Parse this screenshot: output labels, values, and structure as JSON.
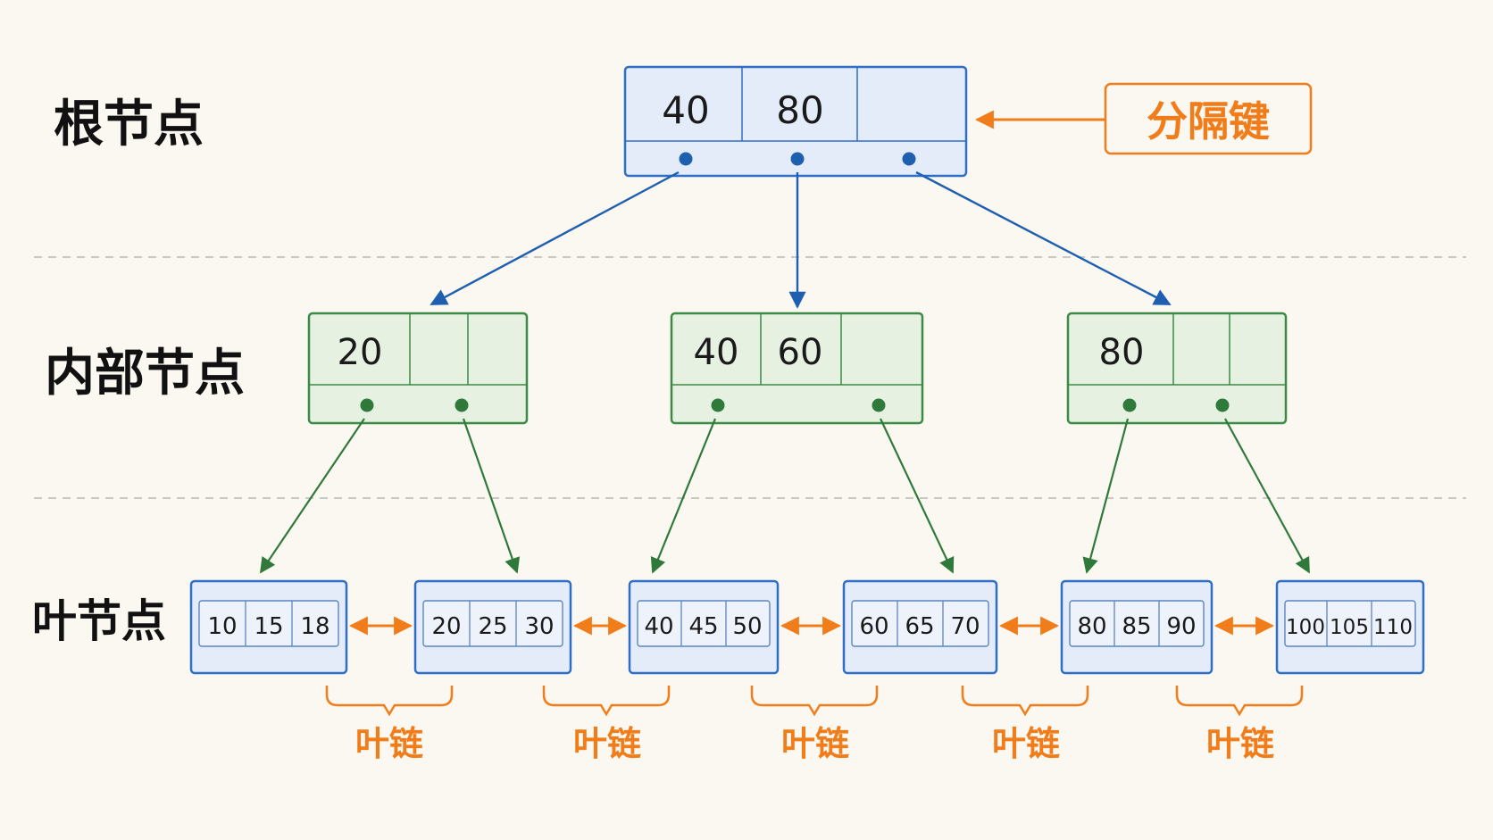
{
  "labels": {
    "root": "根节点",
    "internal": "内部节点",
    "leaf": "叶节点",
    "separator_key": "分隔键",
    "leaf_link": "叶链"
  },
  "colors": {
    "background": "#fbf7f1",
    "root_fill": "#e3ecf8",
    "root_stroke": "#2f6fc4",
    "internal_fill": "#e6f1e2",
    "internal_stroke": "#3b8a45",
    "leaf_fill": "#e3ecf8",
    "leaf_stroke": "#2f6fc4",
    "accent": "#f07d1a",
    "arrow_blue": "#1f5fb0",
    "arrow_green": "#2f7a3a",
    "divider": "#b8b8b8"
  },
  "root": {
    "keys": [
      "40",
      "80",
      ""
    ]
  },
  "internal": [
    {
      "keys": [
        "20",
        "",
        ""
      ]
    },
    {
      "keys": [
        "40",
        "60",
        ""
      ]
    },
    {
      "keys": [
        "80",
        "",
        ""
      ]
    }
  ],
  "leaves": [
    {
      "keys": [
        "10",
        "15",
        "18"
      ]
    },
    {
      "keys": [
        "20",
        "25",
        "30"
      ]
    },
    {
      "keys": [
        "40",
        "45",
        "50"
      ]
    },
    {
      "keys": [
        "60",
        "65",
        "70"
      ]
    },
    {
      "keys": [
        "80",
        "85",
        "90"
      ]
    },
    {
      "keys": [
        "100",
        "105",
        "110"
      ]
    }
  ]
}
